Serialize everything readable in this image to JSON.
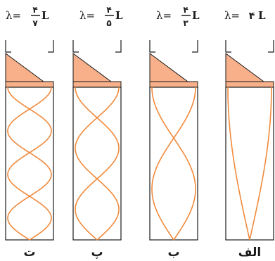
{
  "colors": {
    "wave": "#f08a3c",
    "speaker_fill": "#f7b08a",
    "outline": "#1a1a1a",
    "background": "#ffffff"
  },
  "panels": [
    {
      "letter": "ت",
      "formula_prefix": "λ=",
      "numerator": "۴",
      "denominator": "۷",
      "suffix": "L",
      "half_loops": 7
    },
    {
      "letter": "پ",
      "formula_prefix": "λ=",
      "numerator": "۴",
      "denominator": "۵",
      "suffix": "L",
      "half_loops": 5
    },
    {
      "letter": "ب",
      "formula_prefix": "λ=",
      "numerator": "۴",
      "denominator": "۳",
      "suffix": "L",
      "half_loops": 3
    },
    {
      "letter": "الف",
      "formula_prefix": "λ=",
      "whole": "۴",
      "suffix": "L",
      "half_loops": 1
    }
  ]
}
